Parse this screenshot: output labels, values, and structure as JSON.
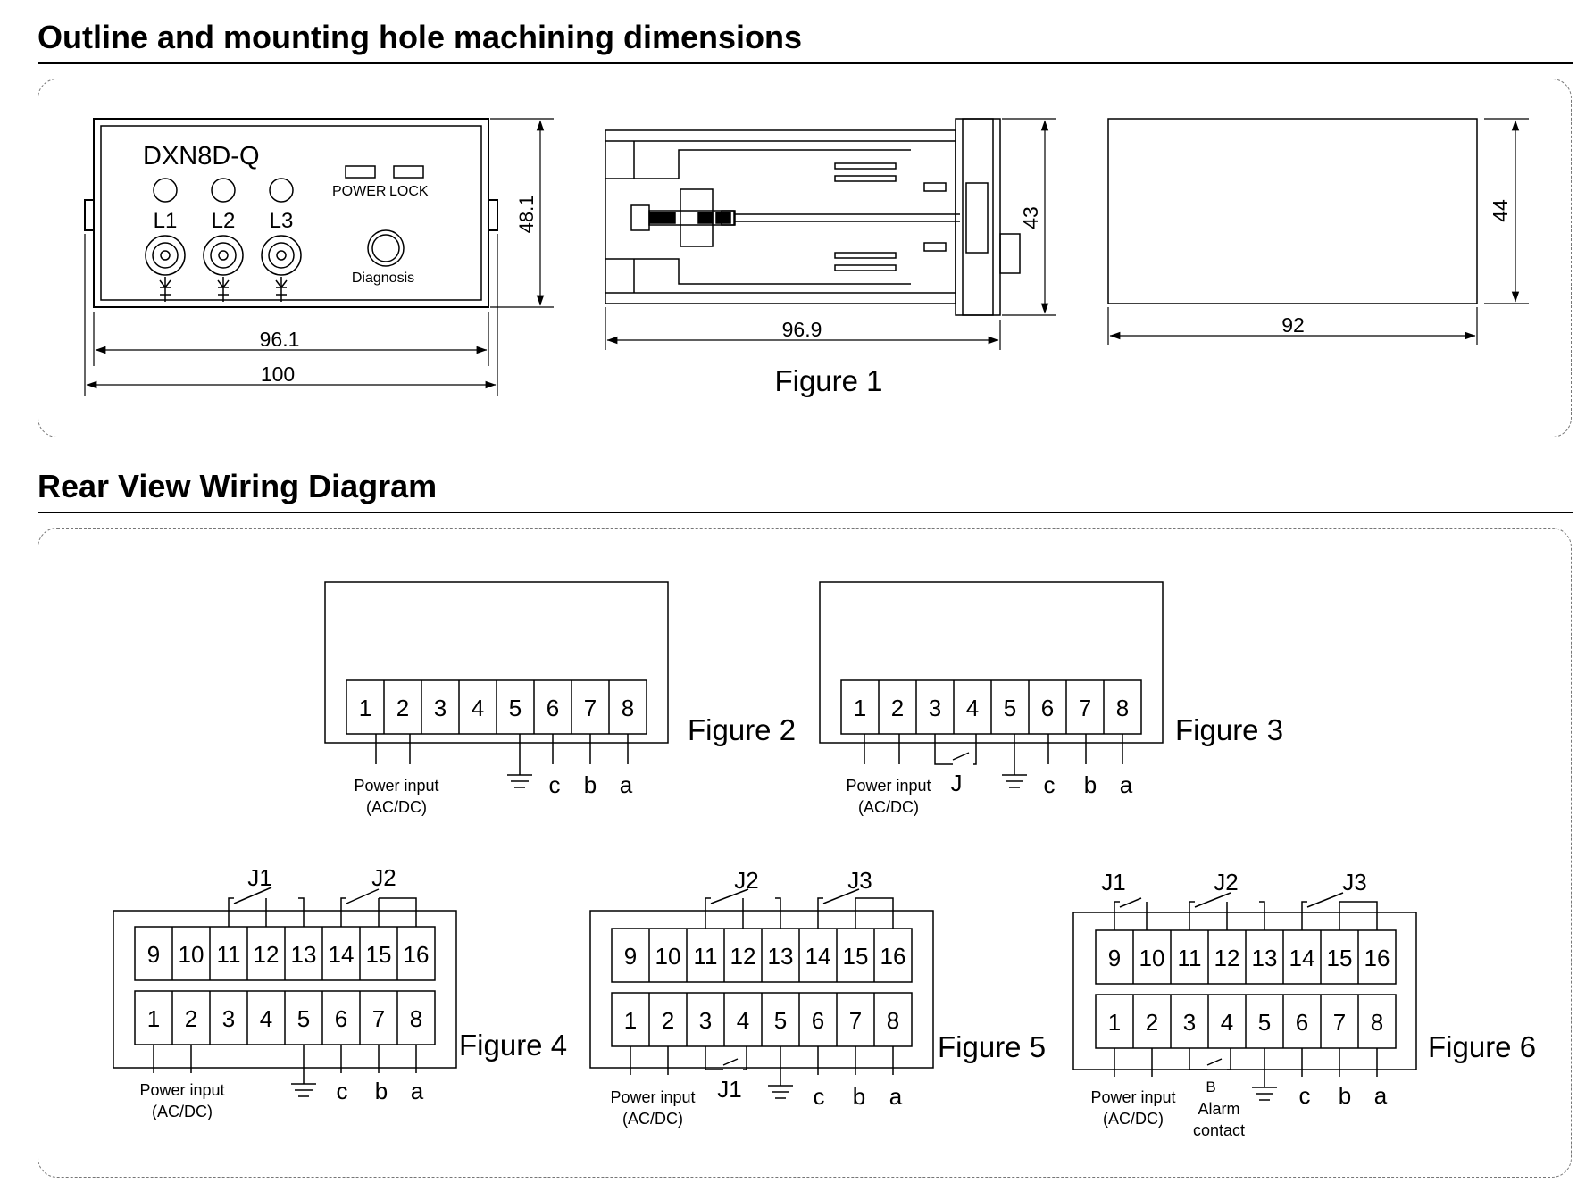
{
  "sections": {
    "outline_title": "Outline and mounting hole machining dimensions",
    "wiring_title": "Rear View Wiring Diagram"
  },
  "front_view": {
    "model": "DXN8D-Q",
    "power_label": "POWER",
    "lock_label": "LOCK",
    "phase_labels": [
      "L1",
      "L2",
      "L3"
    ],
    "diagnosis_label": "Diagnosis",
    "dim_height": "48.1",
    "dim_inner_width": "96.1",
    "dim_outer_width": "100"
  },
  "side_view": {
    "dim_height": "43",
    "dim_width": "96.9"
  },
  "cutout_view": {
    "dim_height": "44",
    "dim_width": "92"
  },
  "figure_labels": {
    "fig1": "Figure 1",
    "fig2": "Figure 2",
    "fig3": "Figure 3",
    "fig4": "Figure 4",
    "fig5": "Figure 5",
    "fig6": "Figure 6"
  },
  "terminals": {
    "bottom_row": [
      "1",
      "2",
      "3",
      "4",
      "5",
      "6",
      "7",
      "8"
    ],
    "top_row": [
      "9",
      "10",
      "11",
      "12",
      "13",
      "14",
      "15",
      "16"
    ]
  },
  "labels": {
    "power_input_line1": "Power input",
    "power_input_line2": "(AC/DC)",
    "c": "c",
    "b": "b",
    "a": "a",
    "j": "J",
    "j1": "J1",
    "j2": "J2",
    "j3": "J3",
    "alarm_b": "B",
    "alarm_line1": "Alarm",
    "alarm_line2": "contact"
  }
}
